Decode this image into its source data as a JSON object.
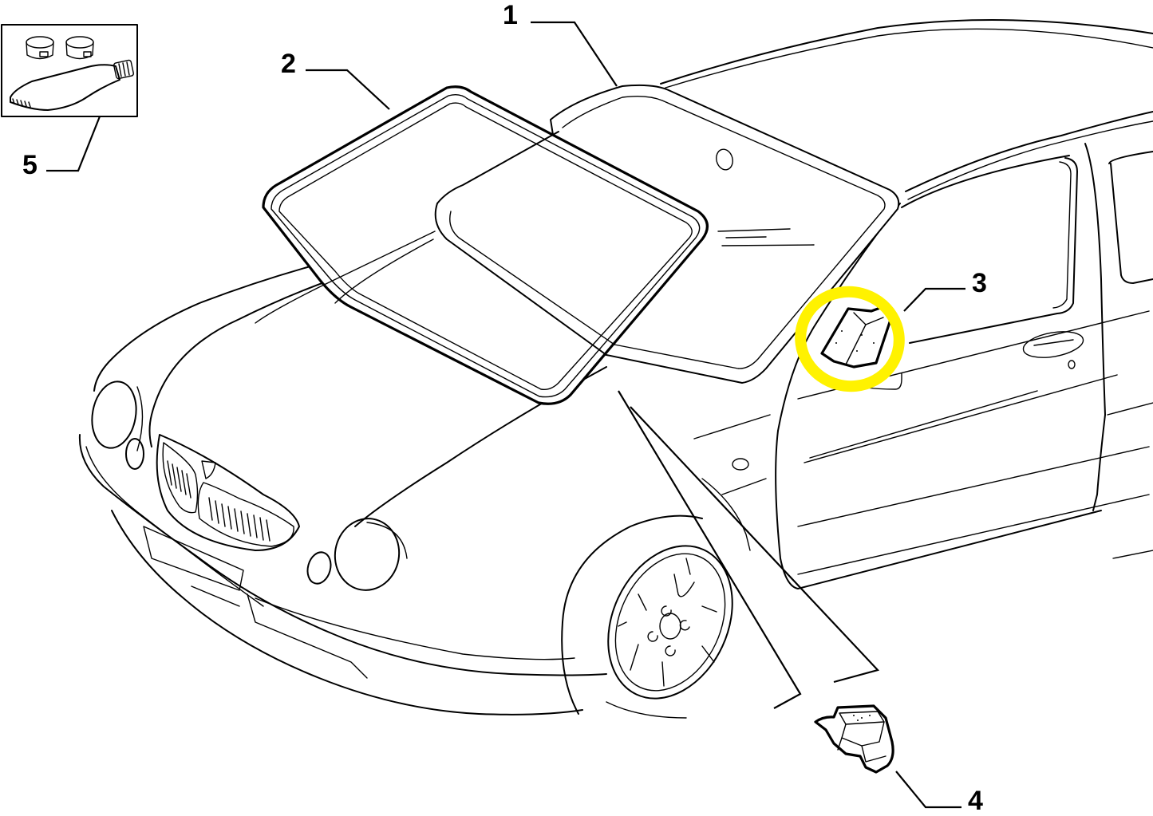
{
  "diagram": {
    "type": "exploded-parts-diagram",
    "subject": "car windshield parts",
    "highlight_color": "#FFF200",
    "line_color": "#000000",
    "background": "#FFFFFF"
  },
  "callouts": [
    {
      "number": "1",
      "part": "windshield-glass"
    },
    {
      "number": "2",
      "part": "windshield-seal-frame"
    },
    {
      "number": "3",
      "part": "rear-view-mirror-pad",
      "highlighted": true
    },
    {
      "number": "4",
      "part": "mirror-mount-bracket"
    },
    {
      "number": "5",
      "part": "adhesive-kit"
    }
  ]
}
